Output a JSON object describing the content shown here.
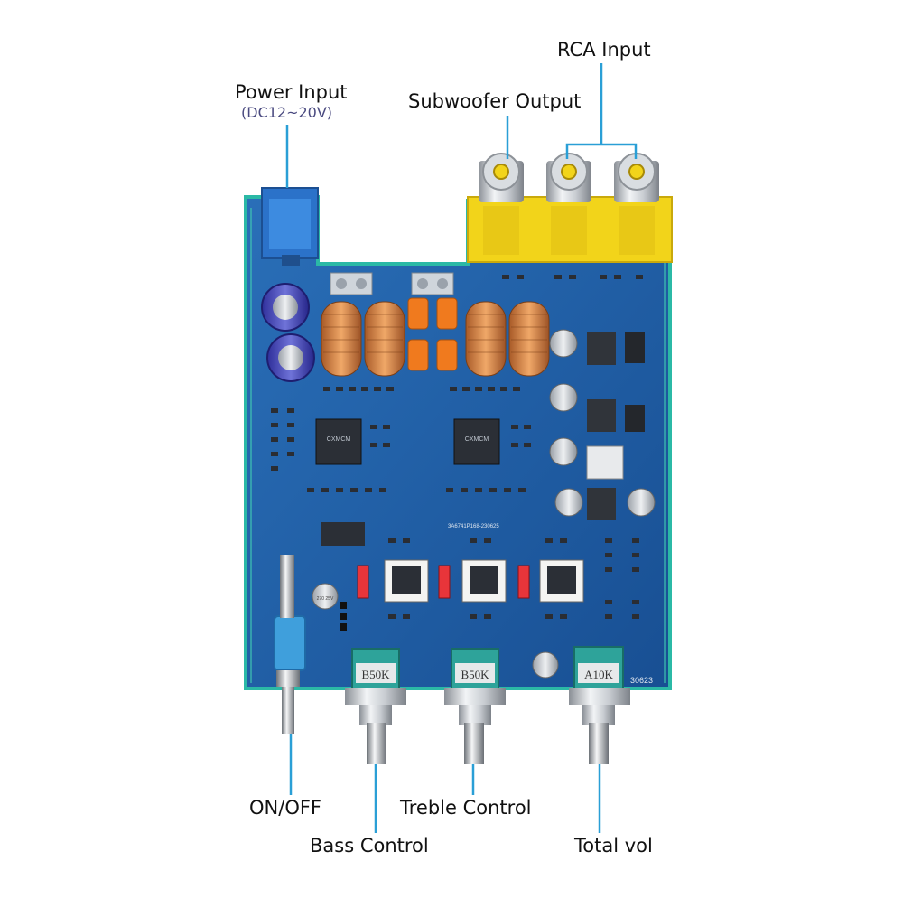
{
  "labels": {
    "rca_input": "RCA Input",
    "subwoofer_output": "Subwoofer Output",
    "power_input": "Power Input",
    "power_voltage": "(DC12~20V)",
    "on_off": "ON/OFF",
    "treble_control": "Treble Control",
    "bass_control": "Bass Control",
    "total_vol": "Total vol"
  },
  "board": {
    "chip_brand": "CXMCM",
    "pot_bass": "B50K",
    "pot_treble": "B50K",
    "pot_volume": "A10K",
    "board_code": "30623",
    "serial_text": "3A6741P168-230625",
    "cap_text": "270 25V"
  },
  "colors": {
    "pcb": "#1b5fa8",
    "pcb_edge": "#29b6a4",
    "rca_yellow": "#f2d41a",
    "coil_copper": "#d98a4a",
    "pointer_blue": "#2a9fd6"
  }
}
